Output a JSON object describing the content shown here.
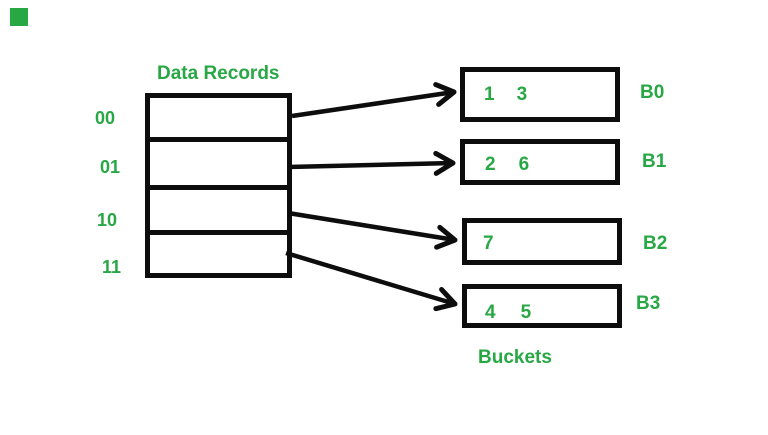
{
  "colors": {
    "green": "#28a745",
    "line": "#0d0d0d",
    "background": "#ffffff"
  },
  "decorations": {
    "top_left_green_square": true
  },
  "directory": {
    "title": "Data Records",
    "entries": [
      {
        "label": "00",
        "bucket": "B0"
      },
      {
        "label": "01",
        "bucket": "B1"
      },
      {
        "label": "10",
        "bucket": "B2"
      },
      {
        "label": "11",
        "bucket": "B3"
      }
    ]
  },
  "buckets": {
    "caption": "Buckets",
    "items": [
      {
        "name": "B0",
        "values": [
          "1",
          "3"
        ]
      },
      {
        "name": "B1",
        "values": [
          "2",
          "6"
        ]
      },
      {
        "name": "B2",
        "values": [
          "7"
        ]
      },
      {
        "name": "B3",
        "values": [
          "4",
          "5"
        ]
      }
    ]
  }
}
